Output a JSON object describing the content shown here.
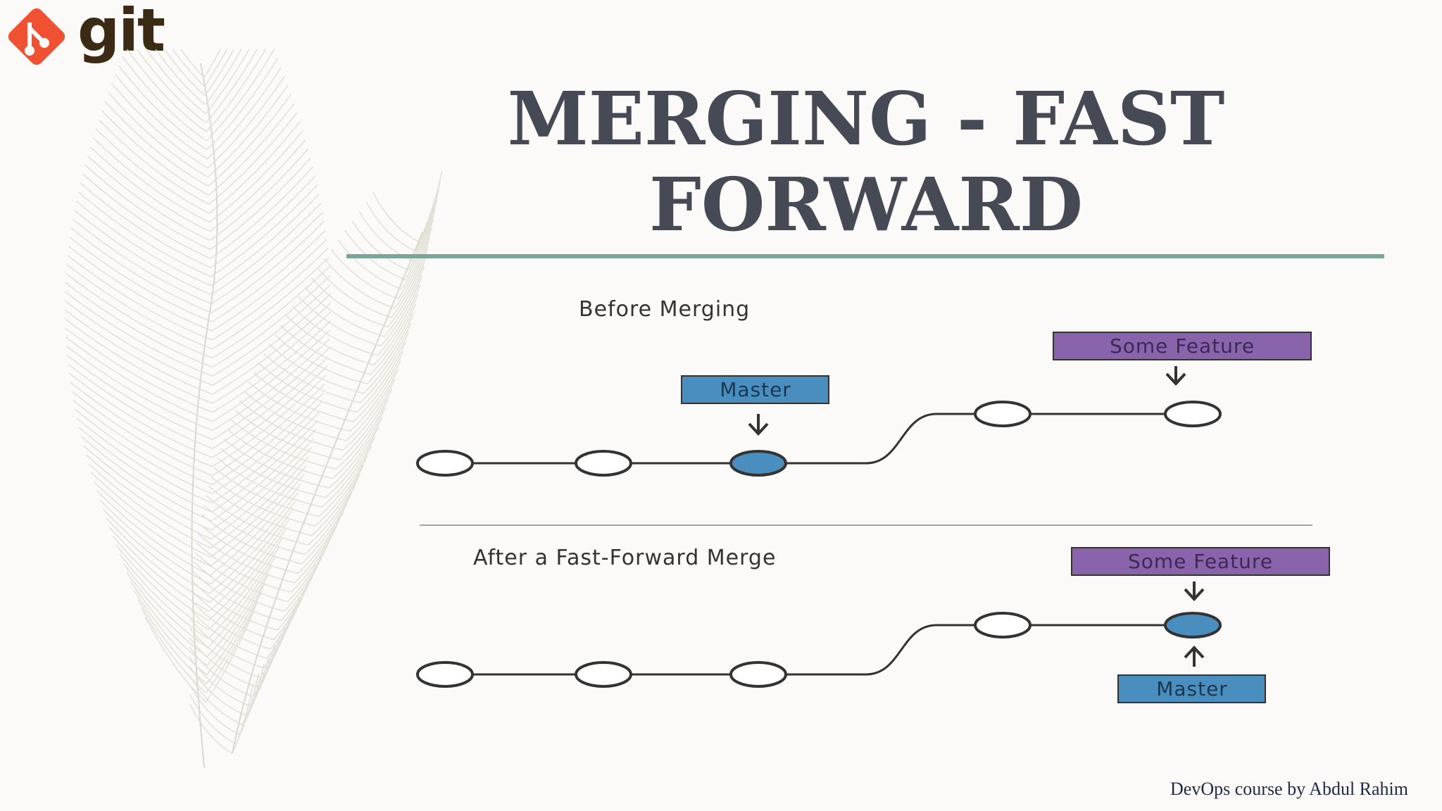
{
  "logo": {
    "text": "git",
    "icon": "git-logo-icon",
    "color": "#f05133"
  },
  "title": {
    "line1": "MERGING - FAST",
    "line2": "FORWARD"
  },
  "diagram": {
    "before": {
      "heading": "Before Merging",
      "master_label": "Master",
      "feature_label": "Some Feature",
      "filled_commit": "master tip",
      "commits_main": 3,
      "commits_feature": 2
    },
    "after": {
      "heading": "After a Fast-Forward Merge",
      "master_label": "Master",
      "feature_label": "Some Feature",
      "filled_commit": "feature tip",
      "commits_main": 3,
      "commits_feature": 2
    },
    "colors": {
      "master": "#4a8ec0",
      "feature": "#8a63ad",
      "filled_commit": "#4a8ec0"
    }
  },
  "footer": {
    "credit": "DevOps course by Abdul Rahim"
  }
}
